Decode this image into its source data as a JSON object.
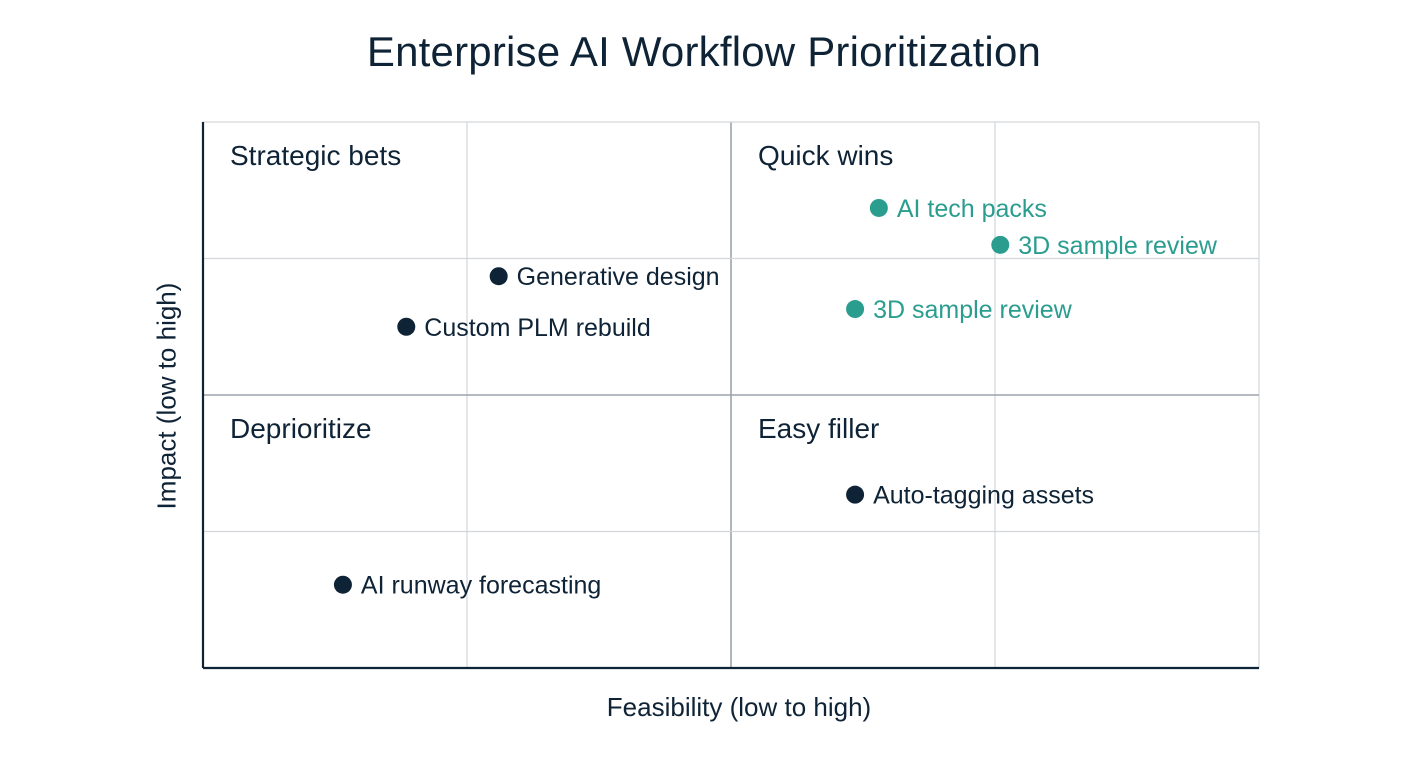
{
  "chart_data": {
    "type": "scatter",
    "title": "Enterprise AI Workflow Prioritization",
    "xlabel": "Feasibility (low to high)",
    "ylabel": "Impact (low to high)",
    "xlim": [
      0,
      4
    ],
    "ylim": [
      0,
      4
    ],
    "grid": true,
    "quadrants": [
      {
        "label": "Strategic bets",
        "position": "top-left"
      },
      {
        "label": "Quick wins",
        "position": "top-right"
      },
      {
        "label": "Deprioritize",
        "position": "bottom-left"
      },
      {
        "label": "Easy filler",
        "position": "bottom-right"
      }
    ],
    "points": [
      {
        "label": "AI tech packs",
        "x": 2.56,
        "y": 3.37,
        "color": "#2a9d8f"
      },
      {
        "label": "3D sample review",
        "x": 3.02,
        "y": 3.1,
        "color": "#2a9d8f"
      },
      {
        "label": "3D sample review",
        "x": 2.47,
        "y": 2.63,
        "color": "#2a9d8f"
      },
      {
        "label": "Generative design",
        "x": 1.12,
        "y": 2.87,
        "color": "#0f2336"
      },
      {
        "label": "Custom PLM rebuild",
        "x": 0.77,
        "y": 2.5,
        "color": "#0f2336"
      },
      {
        "label": "Auto-tagging assets",
        "x": 2.47,
        "y": 1.27,
        "color": "#0f2336"
      },
      {
        "label": "AI runway forecasting",
        "x": 0.53,
        "y": 0.61,
        "color": "#0f2336"
      }
    ]
  }
}
